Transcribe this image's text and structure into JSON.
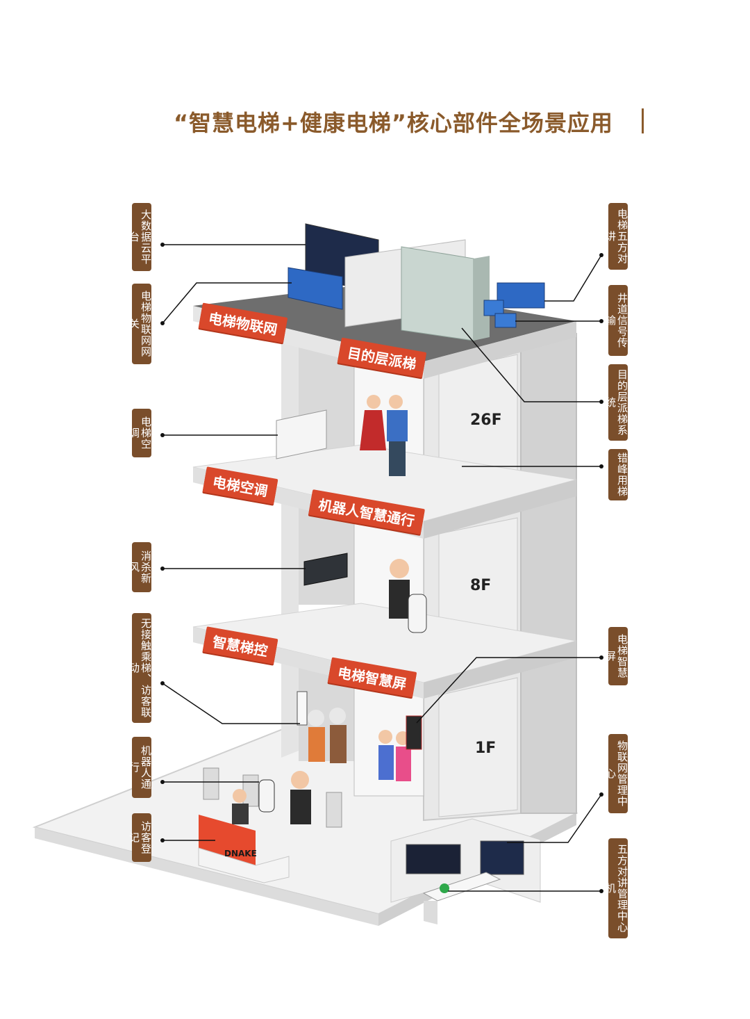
{
  "title": "“智慧电梯+健康电梯”核心部件全场景应用",
  "left_labels": [
    {
      "text": "大数据云平台"
    },
    {
      "text": "电梯物联网网关"
    },
    {
      "text": "电梯空调"
    },
    {
      "text": "消杀新风"
    },
    {
      "text": "无接触乘梯、访客联动"
    },
    {
      "text": "机器人通行"
    },
    {
      "text": "访客登记"
    }
  ],
  "right_labels": [
    {
      "text": "电梯五方对讲"
    },
    {
      "text": "井道信号传输"
    },
    {
      "text": "目的层派梯系统"
    },
    {
      "text": "错峰用梯"
    },
    {
      "text": "电梯智慧屏"
    },
    {
      "text": "物联网管理中心"
    },
    {
      "text": "五方对讲管理中心机"
    }
  ],
  "tags": [
    {
      "text": "电梯物联网"
    },
    {
      "text": "目的层派梯"
    },
    {
      "text": "电梯空调"
    },
    {
      "text": "机器人智慧通行"
    },
    {
      "text": "智慧梯控"
    },
    {
      "text": "电梯智慧屏"
    }
  ],
  "floors": [
    "26F",
    "8F",
    "1F"
  ],
  "logo": "DNAKE",
  "colors": {
    "title": "#8a5a2b",
    "label_bg": "#7a4e2b",
    "tag_bg": "#d9482b",
    "slab": "#ededed",
    "roof": "#6e6e6e"
  }
}
